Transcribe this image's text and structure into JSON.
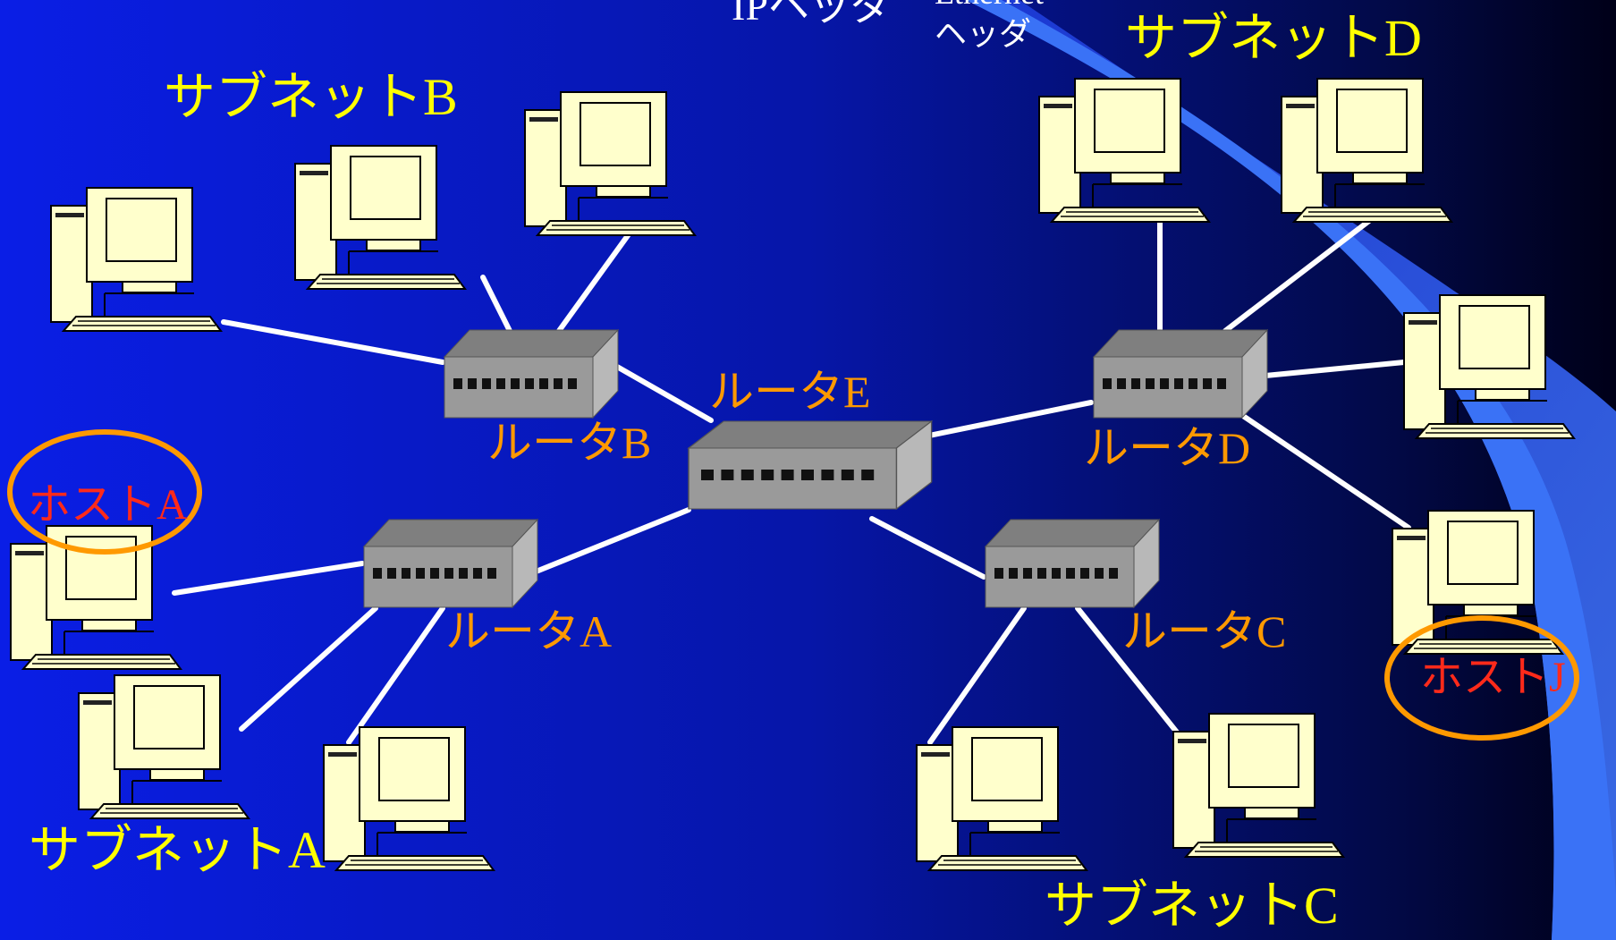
{
  "slide": {
    "header": {
      "ip_header": "IPヘッダ",
      "ethernet_header_line1": "Ethernet",
      "ethernet_header_line2": "ヘッダ"
    },
    "subnets": {
      "a": "サブネットA",
      "b": "サブネットB",
      "c": "サブネットC",
      "d": "サブネットD"
    },
    "routers": {
      "a": "ルータA",
      "b": "ルータB",
      "c": "ルータC",
      "d": "ルータD",
      "e": "ルータE"
    },
    "hosts": {
      "a": "ホストA",
      "j": "ホストJ"
    }
  },
  "colors": {
    "background_left": "#0a1ee6",
    "background_right": "#000033",
    "subnet_label": "#ffff00",
    "router_label": "#ff9900",
    "host_label": "#ff2a1a",
    "host_circle": "#ff9900",
    "link": "#ffffff",
    "computer_body": "#ffffcc",
    "router_body": "#9a9a9a",
    "packet_path": "#3b6ff0"
  },
  "icons": [
    "computer-icon",
    "router-icon"
  ]
}
